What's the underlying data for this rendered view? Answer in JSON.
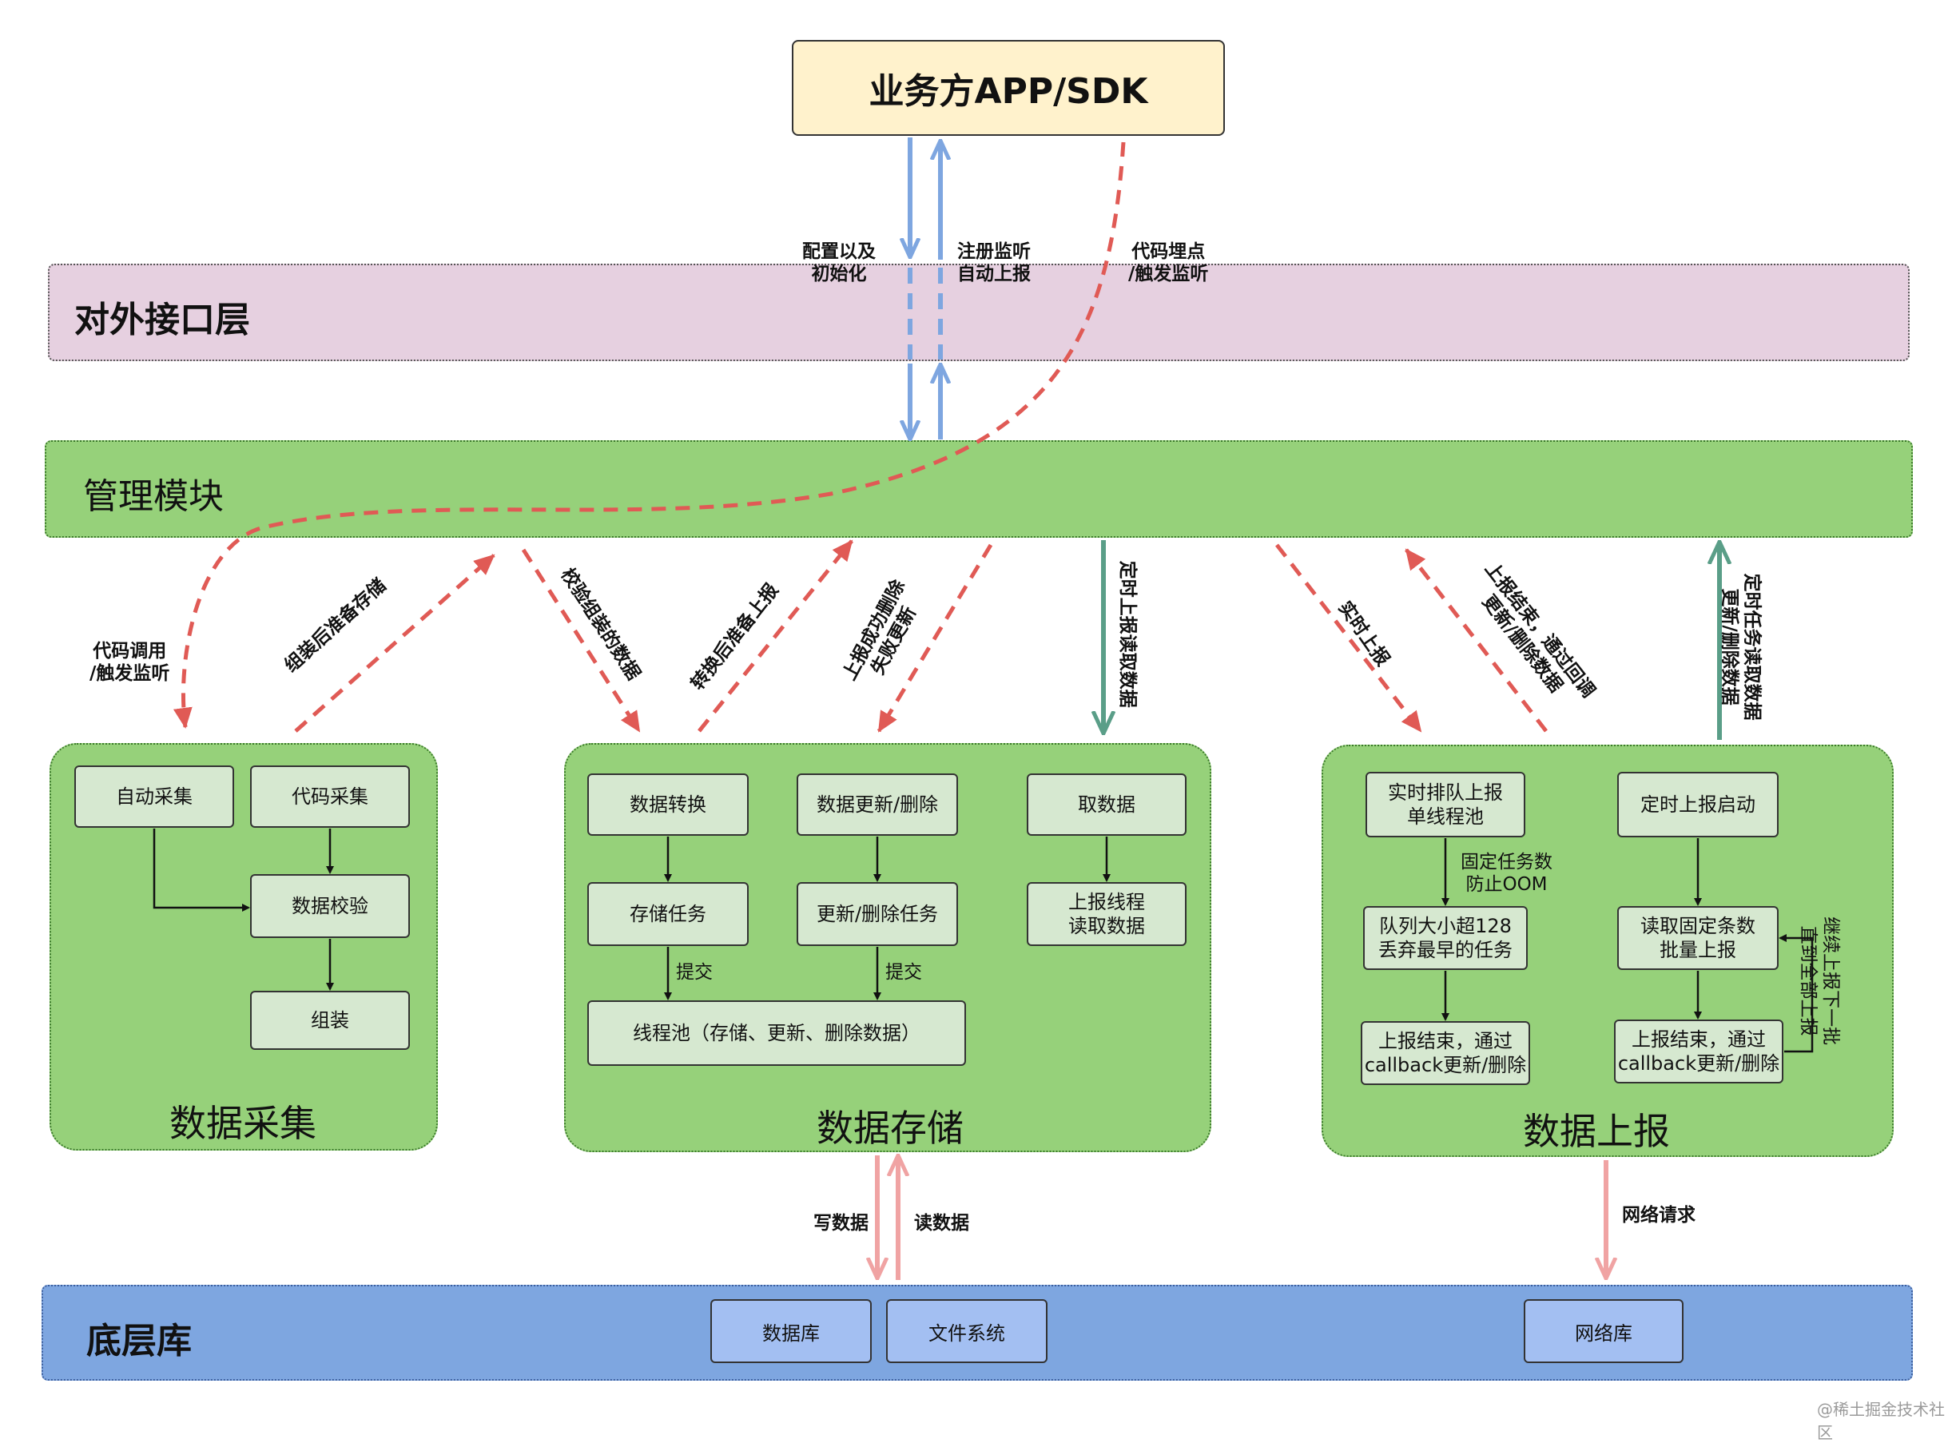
{
  "app_box": {
    "label": "业务方APP/SDK"
  },
  "layers": {
    "interface": "对外接口层",
    "management": "管理模块",
    "base": "底层库"
  },
  "top_labels": {
    "config_init": "配置以及\n初始化",
    "register_listen": "注册监听\n自动上报",
    "code_point": "代码埋点\n/触发监听"
  },
  "collect": {
    "title": "数据采集",
    "auto": "自动采集",
    "code": "代码采集",
    "verify": "数据校验",
    "assemble": "组装"
  },
  "storage": {
    "title": "数据存储",
    "convert": "数据转换",
    "update_delete": "数据更新/删除",
    "fetch": "取数据",
    "store_task": "存储任务",
    "update_task": "更新/删除任务",
    "report_thread": "上报线程\n读取数据",
    "submit1": "提交",
    "submit2": "提交",
    "pool": "线程池（存储、更新、删除数据）"
  },
  "report": {
    "title": "数据上报",
    "realtime_queue": "实时排队上报\n单线程池",
    "timer_start": "定时上报启动",
    "fixed_note": "固定任务数\n防止OOM",
    "queue_limit": "队列大小超128\n丢弃最早的任务",
    "read_batch": "读取固定条数\n批量上报",
    "done_left": "上报结束，通过\ncallback更新/删除",
    "done_right": "上报结束，通过\ncallback更新/删除",
    "continue_note": "继续上报下一批\n直到全部上报"
  },
  "flow_labels": {
    "code_call": "代码调用\n/触发监听",
    "assemble_store": "组装后准备存储",
    "verify_assembled": "校验组装的数据",
    "convert_report": "转换后准备上报",
    "report_success": "上报成功删除\n失败更新",
    "timer_read": "定时上报读取数据",
    "realtime_report": "实时上报",
    "report_end_callback": "上报结束，通过回调\n更新/删除数据",
    "timer_task": "定时任务读取数据\n更新/删除数据",
    "write_data": "写数据",
    "read_data": "读数据",
    "network_request": "网络请求"
  },
  "base_libs": {
    "database": "数据库",
    "filesystem": "文件系统",
    "network": "网络库"
  },
  "watermark": "@稀土掘金技术社区",
  "colors": {
    "app_fill": "#fff2cc",
    "interface_fill": "#e6d0e0",
    "management_fill": "#96d17a",
    "module_fill": "#96d17a",
    "box_fill": "#d6e8d0",
    "base_fill": "#7ea6e0",
    "lib_fill": "#a3bff2",
    "blue_arrow": "#7ea6e0",
    "red_dashed": "#e05a55",
    "teal_arrow": "#5a9e88",
    "pink_arrow": "#f0a3a3"
  }
}
